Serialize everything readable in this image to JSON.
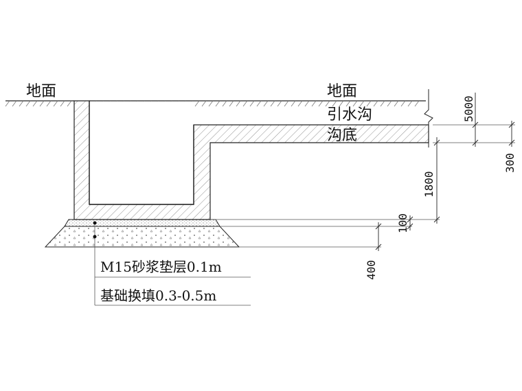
{
  "labels": {
    "ground_left": "地面",
    "ground_right": "地面",
    "diversion_ditch": "引水沟",
    "ditch_bottom": "沟底",
    "leader_mortar": "M15砂浆垫层0.1m",
    "leader_fill": "基础换填0.3-0.5m"
  },
  "dimensions": {
    "d5000": "5000",
    "d300": "300",
    "d1800": "1800",
    "d100": "100",
    "d400": "400"
  },
  "colors": {
    "line": "#222222",
    "hatch": "#777777",
    "text": "#111111"
  }
}
